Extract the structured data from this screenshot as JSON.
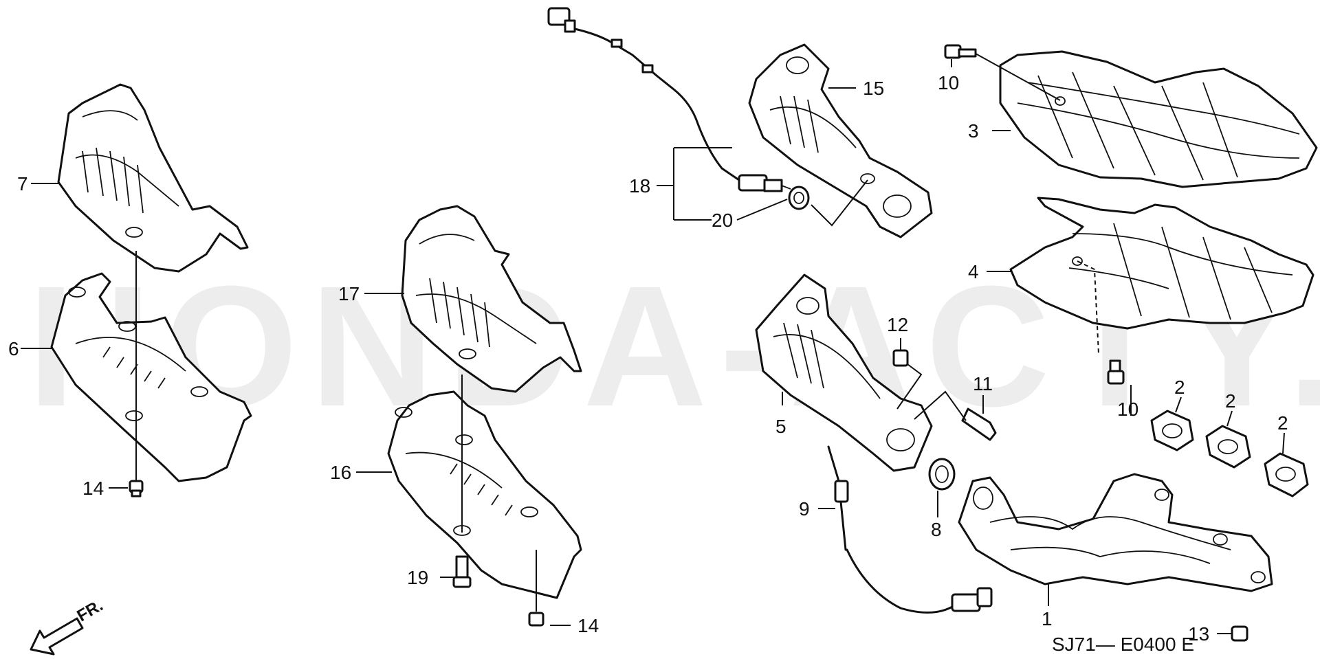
{
  "watermark": "HONDA-ACTY.COM",
  "diagram_code": "SJ71— E0400 E",
  "front_marker": "FR.",
  "callouts": {
    "c1": "1",
    "c2a": "2",
    "c2b": "2",
    "c2c": "2",
    "c3": "3",
    "c4": "4",
    "c5": "5",
    "c6": "6",
    "c7": "7",
    "c8": "8",
    "c9": "9",
    "c10a": "10",
    "c10b": "10",
    "c11": "11",
    "c12": "12",
    "c13": "13",
    "c14a": "14",
    "c14b": "14",
    "c15": "15",
    "c16": "16",
    "c17": "17",
    "c18": "18",
    "c19": "19",
    "c20": "20"
  }
}
